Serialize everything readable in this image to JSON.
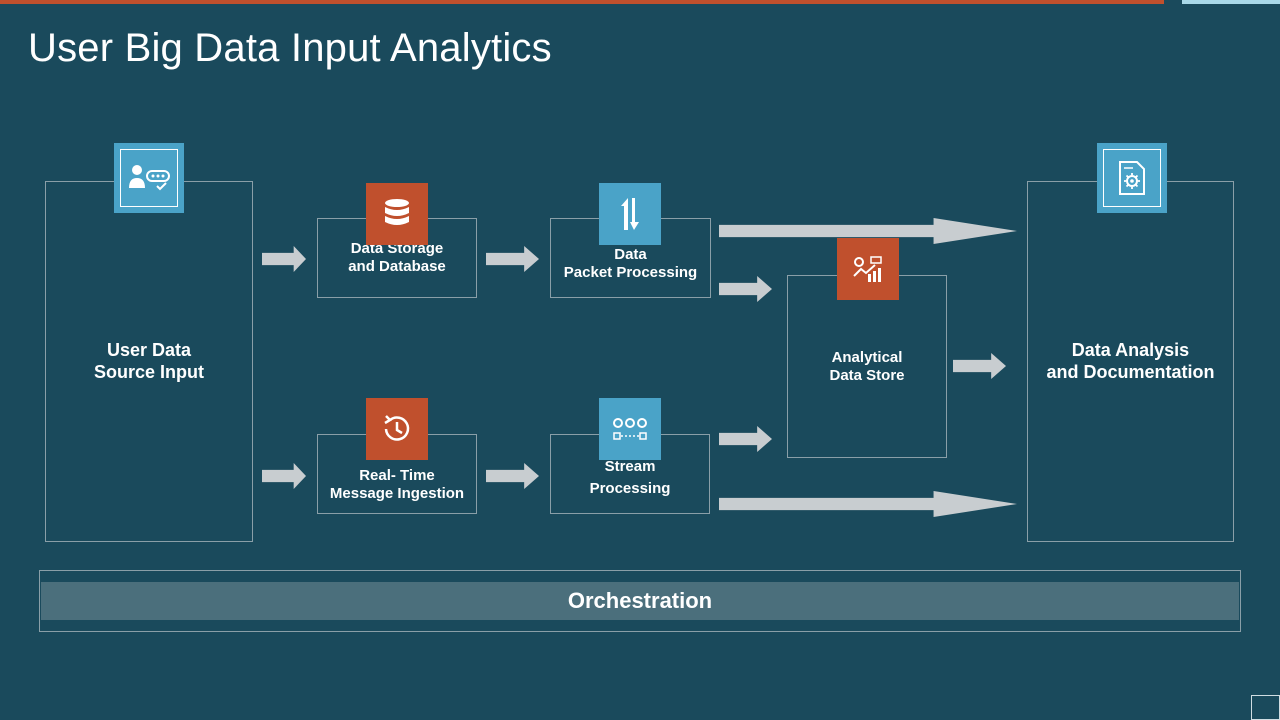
{
  "title": "User Big Data Input Analytics",
  "colors": {
    "background": "#1a4a5c",
    "accent_orange": "#c0502d",
    "accent_blue": "#4aa3c8",
    "arrow": "#c8cdd0"
  },
  "nodes": {
    "user_source": {
      "label": "User Data\nSource Input",
      "icon": "user-input-icon"
    },
    "data_storage": {
      "label": "Data Storage\nand Database",
      "icon": "database-icon"
    },
    "packet_processing": {
      "label": "Data\nPacket Processing",
      "icon": "transfer-arrows-icon"
    },
    "realtime_ingestion": {
      "label": "Real- Time\nMessage Ingestion",
      "icon": "clock-history-icon"
    },
    "stream_processing": {
      "label": "Stream\nProcessing",
      "icon": "stream-nodes-icon"
    },
    "analytical_store": {
      "label": "Analytical\nData Store",
      "icon": "analytics-chart-icon"
    },
    "analysis_doc": {
      "label": "Data Analysis\nand Documentation",
      "icon": "document-gear-icon"
    }
  },
  "orchestration": "Orchestration"
}
